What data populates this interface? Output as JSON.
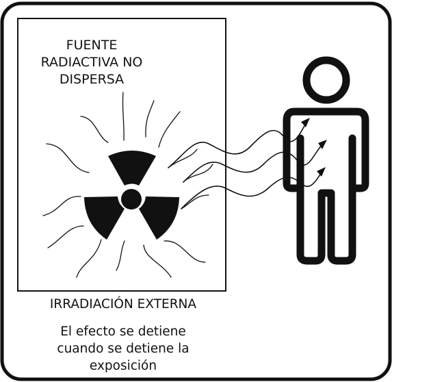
{
  "source": {
    "label_lines": [
      "FUENTE",
      "RADIACTIVA NO",
      "DISPERSA"
    ]
  },
  "caption": {
    "title": "IRRADIACIÓN EXTERNA",
    "effect_lines": [
      "El efecto se detiene",
      "cuando se detiene la",
      "exposición"
    ]
  },
  "colors": {
    "ink": "#111111",
    "background": "#ffffff"
  },
  "icons": [
    "radiation-trefoil-icon",
    "human-figure-icon"
  ]
}
